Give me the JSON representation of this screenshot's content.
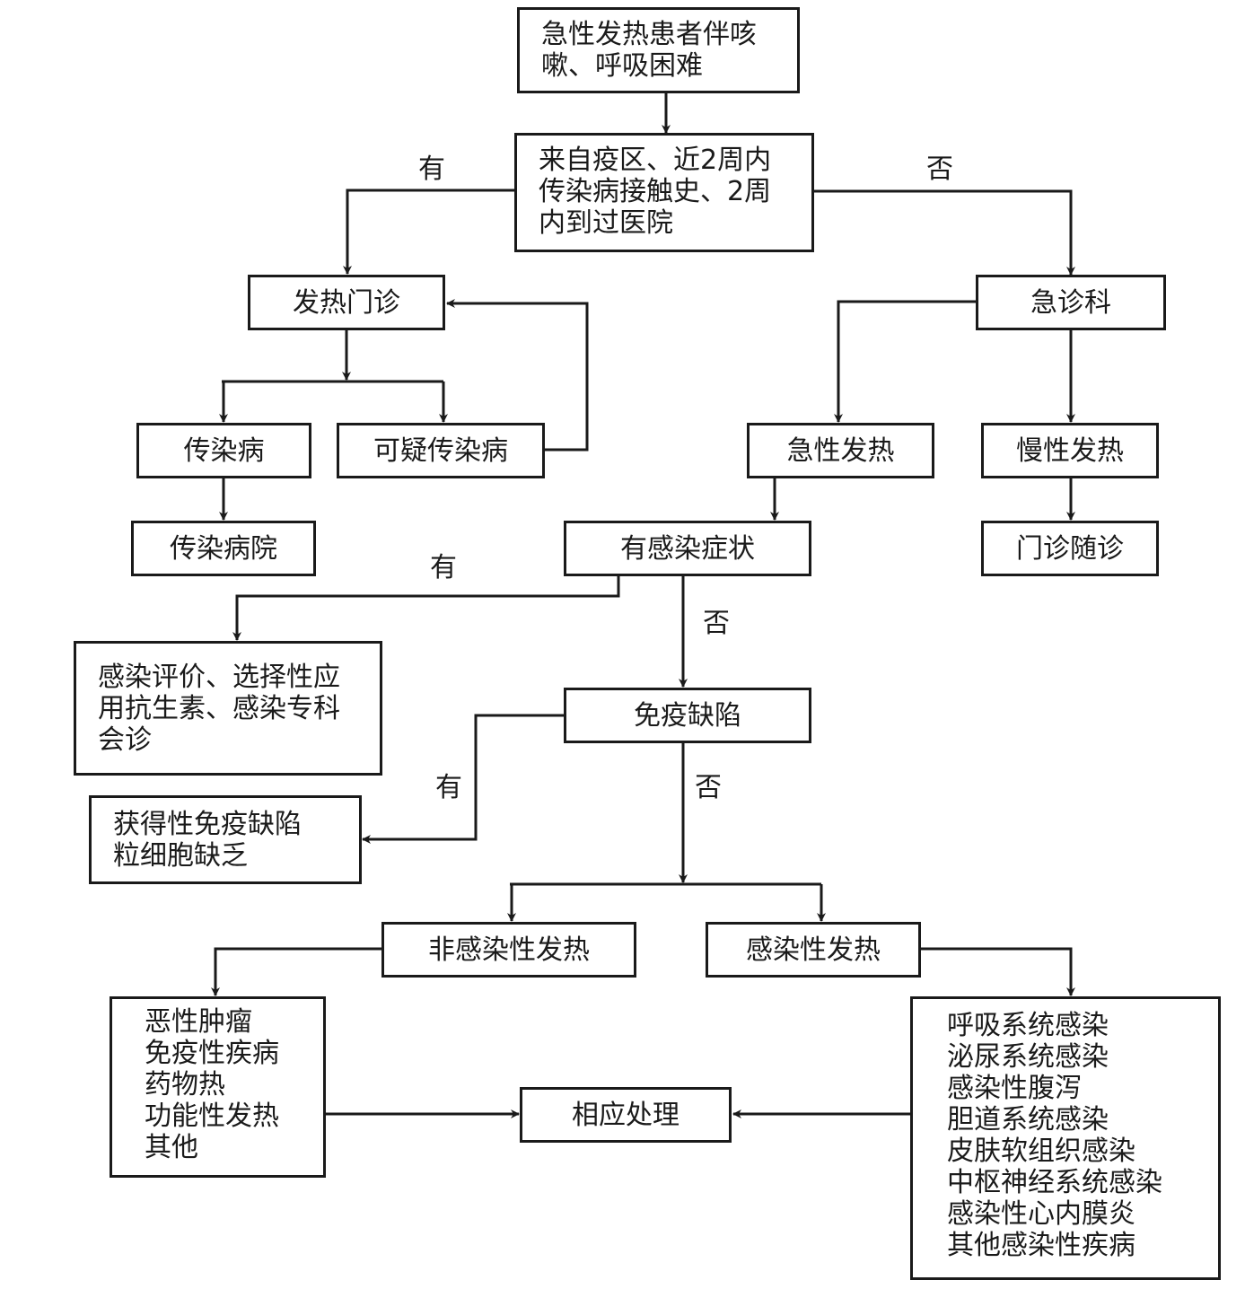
{
  "nodes": {
    "start": [
      "急性发热患者伴咳",
      "嗽、呼吸困难"
    ],
    "exposure": [
      "来自疫区、近2周内",
      "传染病接触史、2周",
      "内到过医院"
    ],
    "fever_clinic": "发热门诊",
    "emergency": "急诊科",
    "infectious": "传染病",
    "suspected": "可疑传染病",
    "infectious_hospital": "传染病院",
    "acute_fever": "急性发热",
    "chronic_fever": "慢性发热",
    "outpatient_followup": "门诊随诊",
    "infection_symptoms": "有感染症状",
    "infection_eval": [
      "感染评价、选择性应",
      "用抗生素、感染专科",
      "会诊"
    ],
    "immunodeficiency": "免疫缺陷",
    "acquired": [
      "获得性免疫缺陷",
      "粒细胞缺乏"
    ],
    "noninfectious_fever": "非感染性发热",
    "infectious_fever": "感染性发热",
    "noninfectious_list": [
      "恶性肿瘤",
      "免疫性疾病",
      "药物热",
      "功能性发热",
      "其他"
    ],
    "treatment": "相应处理",
    "infection_list": [
      "呼吸系统感染",
      "泌尿系统感染",
      "感染性腹泻",
      "胆道系统感染",
      "皮肤软组织感染",
      "中枢神经系统感染",
      "感染性心内膜炎",
      "其他感染性疾病"
    ]
  },
  "edge_labels": {
    "exposure_yes": "有",
    "exposure_no": "否",
    "symptoms_yes": "有",
    "symptoms_no": "否",
    "immuno_yes": "有",
    "immuno_no": "否"
  },
  "colors": {
    "stroke": "#1a1a1a",
    "background": "#ffffff"
  }
}
